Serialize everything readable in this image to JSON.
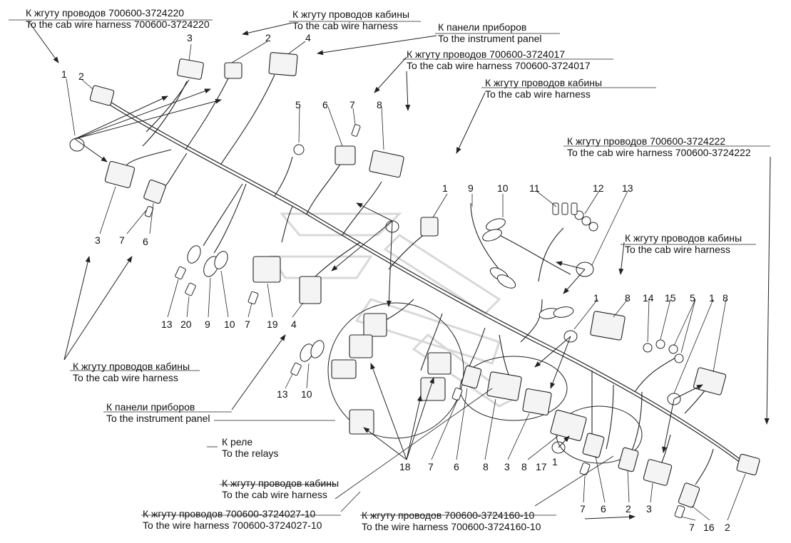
{
  "labels": {
    "cab_3724220": {
      "ru": "К жгуту проводов 700600-3724220",
      "en": "To the cab wire harness 700600-3724220"
    },
    "cab_top": {
      "ru": "К жгуту проводов кабины",
      "en": "To the cab wire harness"
    },
    "panel_top": {
      "ru": "К панели приборов",
      "en": "To the instrument panel"
    },
    "cab_3724017": {
      "ru": "К жгуту проводов 700600-3724017",
      "en": "To the cab wire harness 700600-3724017"
    },
    "cab_mid": {
      "ru": "К жгуту проводов кабины",
      "en": "To the cab wire harness"
    },
    "cab_3724222": {
      "ru": "К жгуту проводов 700600-3724222",
      "en": "To the cab wire harness 700600-3724222"
    },
    "cab_right": {
      "ru": "К жгуту проводов кабины",
      "en": "To the cab wire harness"
    },
    "cab_left": {
      "ru": "К жгуту проводов кабины",
      "en": "To the cab wire harness"
    },
    "panel_left": {
      "ru": "К панели приборов",
      "en": "To the instrument panel"
    },
    "relays": {
      "ru": "К реле",
      "en": "To the relays"
    },
    "cab_bottom": {
      "ru": "К жгуту проводов кабины",
      "en": "To the cab wire harness"
    },
    "wire_3724027": {
      "ru": "К жгуту проводов 700600-3724027-10",
      "en": "To the wire harness 700600-3724027-10"
    },
    "wire_3724160": {
      "ru": "К жгуту проводов 700600-3724160-10",
      "en": "To the wire harness 700600-3724160-10"
    }
  },
  "callouts": [
    "1",
    "2",
    "3",
    "2",
    "4",
    "5",
    "6",
    "7",
    "8",
    "3",
    "7",
    "6",
    "1",
    "9",
    "10",
    "11",
    "12",
    "13",
    "13",
    "20",
    "9",
    "10",
    "7",
    "19",
    "4",
    "13",
    "10",
    "1",
    "8",
    "14",
    "15",
    "5",
    "1",
    "8",
    "18",
    "7",
    "6",
    "8",
    "3",
    "8",
    "17",
    "1",
    "7",
    "6",
    "2",
    "3",
    "7",
    "16",
    "2"
  ]
}
